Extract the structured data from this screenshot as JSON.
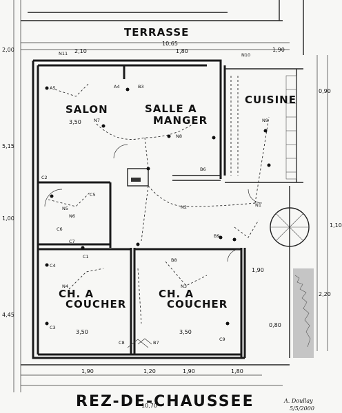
{
  "rooms": {
    "terrasse": "TERRASSE",
    "salon": "SALON",
    "salle_a_manger_1": "SALLE A",
    "salle_a_manger_2": "MANGER",
    "cuisine": "CUISINE",
    "chambre_left_1": "CH. A",
    "chambre_left_2": "COUCHER",
    "chambre_right_1": "CH. A",
    "chambre_right_2": "COUCHER"
  },
  "dimensions": {
    "top_total": "10,65",
    "top_seg_a": "2,10",
    "top_seg_b": "1,80",
    "top_seg_c": "1,90",
    "left_top": "2,00",
    "left_mid": "5,15",
    "left_low": "1,00",
    "left_bottom": "4,45",
    "bottom_total": "10,70",
    "bottom_seg_a": "1,90",
    "bottom_seg_b": "1,20",
    "bottom_seg_c": "1,90",
    "bottom_seg_d": "1,80",
    "room_width_left": "3,50",
    "room_width_right": "3,50",
    "right_a": "0,90",
    "right_b": "1,10",
    "right_c": "2,20",
    "right_d": "0,80",
    "kitchen_w": "1,90",
    "salon_w": "3,50"
  },
  "markers": {
    "n1": "N1",
    "n2": "N2",
    "n3": "N3",
    "n4": "N4",
    "n5": "N5",
    "n6": "N6",
    "n7": "N7",
    "n8": "N8",
    "n9": "N9",
    "n10": "N10",
    "n11": "N11",
    "a5": "A5",
    "a4": "A4",
    "b3": "B3",
    "b6": "B6",
    "b7": "B7",
    "b8": "B8",
    "b9": "B9",
    "c1": "C1",
    "c2": "C2",
    "c3": "C3",
    "c4": "C4",
    "c5": "C5",
    "c6": "C6",
    "c7": "C7",
    "c8": "C8",
    "c9": "C9"
  },
  "title": "REZ-DE-CHAUSSEE",
  "signature": {
    "line1": "A. Doullay",
    "line2": "5/5/2000"
  }
}
